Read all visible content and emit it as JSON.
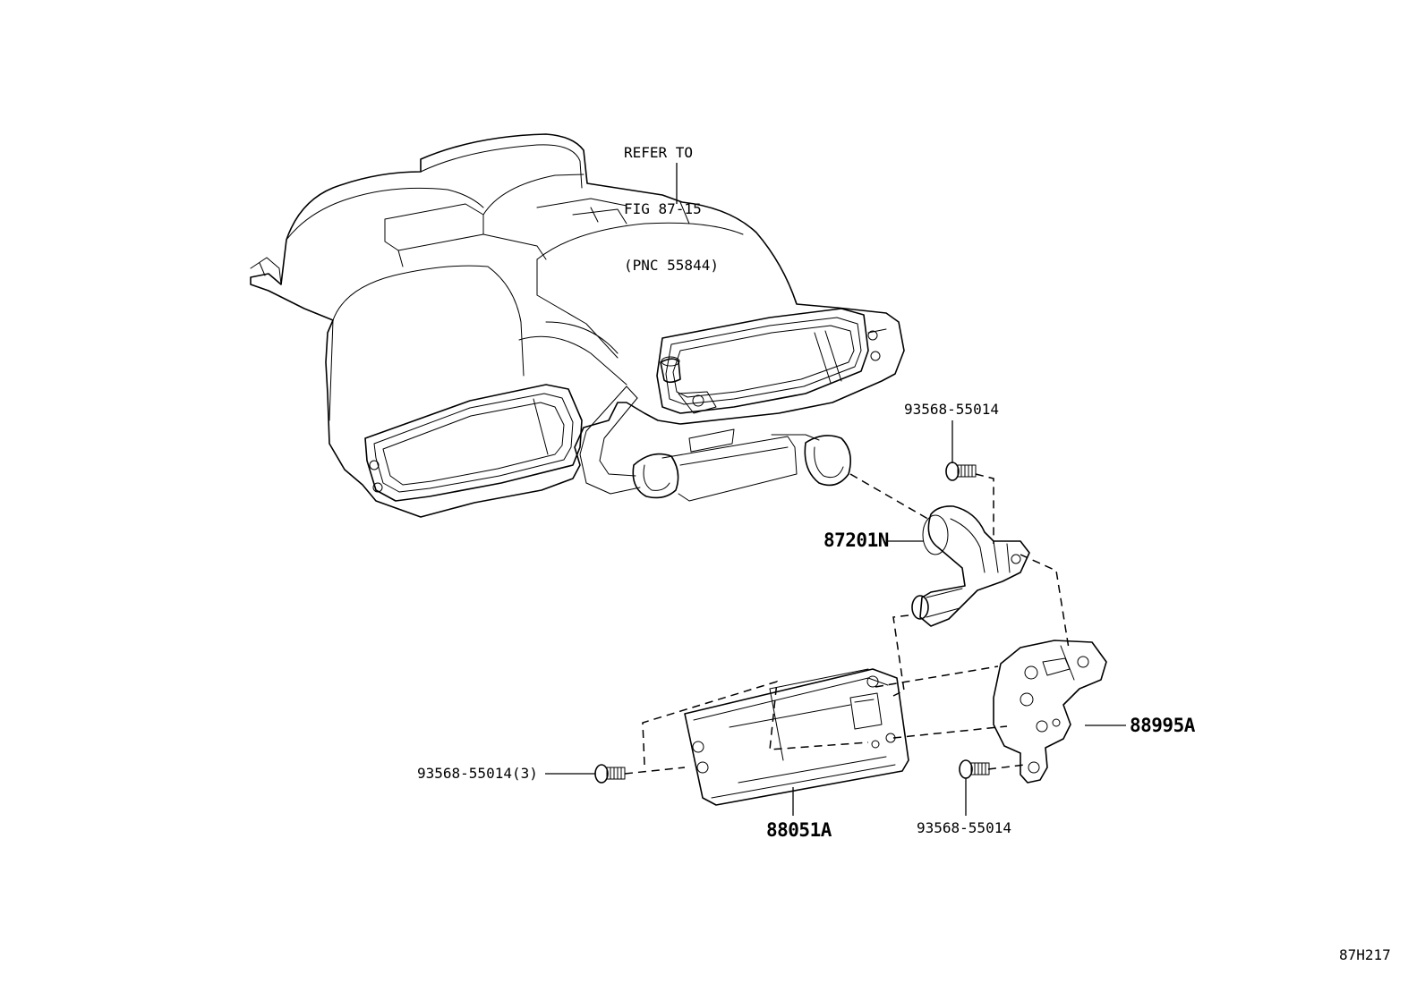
{
  "diagram": {
    "reference_note": [
      "REFER TO",
      "FIG 87-15",
      "(PNC 55844)"
    ],
    "labels": {
      "bolt_upper": "93568-55014",
      "hose": "87201N",
      "bracket": "88995A",
      "bolt_left": "93568-55014(3)",
      "bolt_lower": "93568-55014",
      "module": "88051A"
    },
    "figure_code": "87H217"
  }
}
